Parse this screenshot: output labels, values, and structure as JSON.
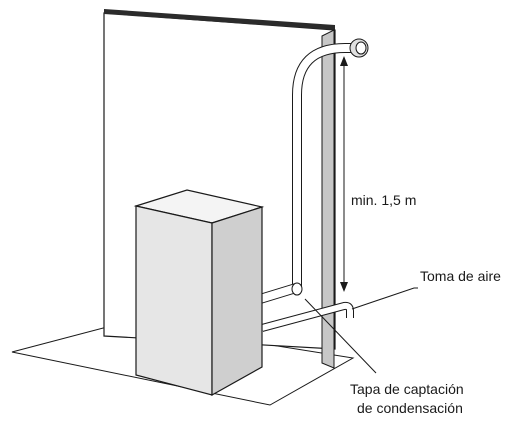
{
  "labels": {
    "min_height": "min. 1,5 m",
    "air_intake": "Toma de aire",
    "condensate_cap_line1": "Tapa de captación",
    "condensate_cap_line2": "de condensación"
  },
  "colors": {
    "outline": "#1a1a1a",
    "wall_face": "#ffffff",
    "wall_top": "#2b2b2b",
    "pipe_column": "#c7c7c7",
    "unit_front": "#e6e6e6",
    "unit_side": "#cfcfcf",
    "unit_top": "#f4f4f4"
  }
}
